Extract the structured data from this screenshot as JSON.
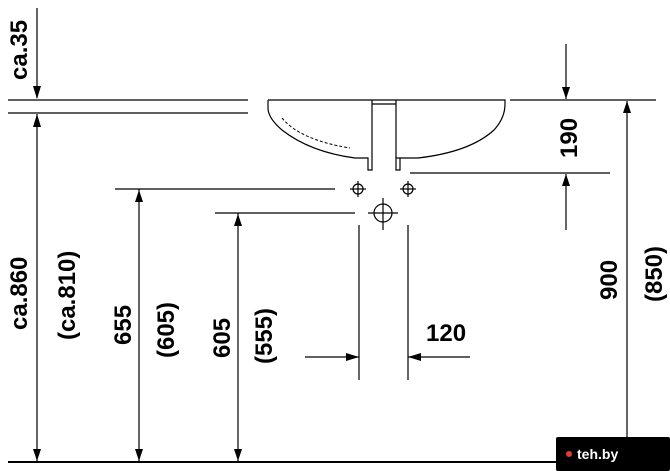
{
  "dimensions": {
    "ca35": "ca.35",
    "ca860": "ca.860",
    "ca810": "(ca.810)",
    "d655": "655",
    "d605_paren": "(605)",
    "d605": "605",
    "d555": "(555)",
    "d120": "120",
    "d190": "190",
    "d900": "900",
    "d850": "(850)"
  },
  "watermark": {
    "text": "teh.by"
  }
}
